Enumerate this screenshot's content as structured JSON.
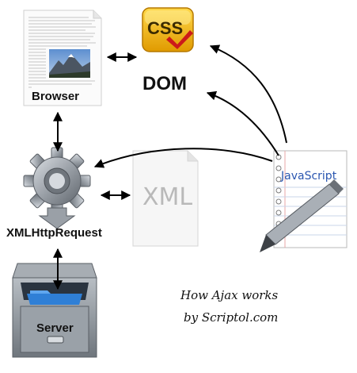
{
  "nodes": {
    "browser": {
      "label": "Browser"
    },
    "css": {
      "label": "CSS"
    },
    "dom": {
      "label": "DOM"
    },
    "xmlhttprequest": {
      "label": "XMLHttpRequest"
    },
    "xml": {
      "label": "XML"
    },
    "javascript": {
      "label": "JavaScript"
    },
    "server": {
      "label": "Server"
    }
  },
  "caption": {
    "line1": "How Ajax works",
    "line2": "by Scriptol.com"
  },
  "colors": {
    "css_badge": "#f2b705",
    "check_mark": "#cc1a1a",
    "javascript_text": "#2a56b0",
    "gear": "#8a8f96",
    "server_body": "#8e959c",
    "folder_blue": "#2f7fd6"
  },
  "edges": [
    {
      "from": "browser",
      "to": "css",
      "style": "double-arrow"
    },
    {
      "from": "browser",
      "to": "xmlhttprequest",
      "style": "double-arrow"
    },
    {
      "from": "xmlhttprequest",
      "to": "xml",
      "style": "double-arrow"
    },
    {
      "from": "xmlhttprequest",
      "to": "server",
      "style": "double-arrow"
    },
    {
      "from": "javascript",
      "to": "css",
      "style": "arrow"
    },
    {
      "from": "javascript",
      "to": "dom",
      "style": "arrow"
    },
    {
      "from": "javascript",
      "to": "xmlhttprequest",
      "style": "arrow"
    }
  ]
}
